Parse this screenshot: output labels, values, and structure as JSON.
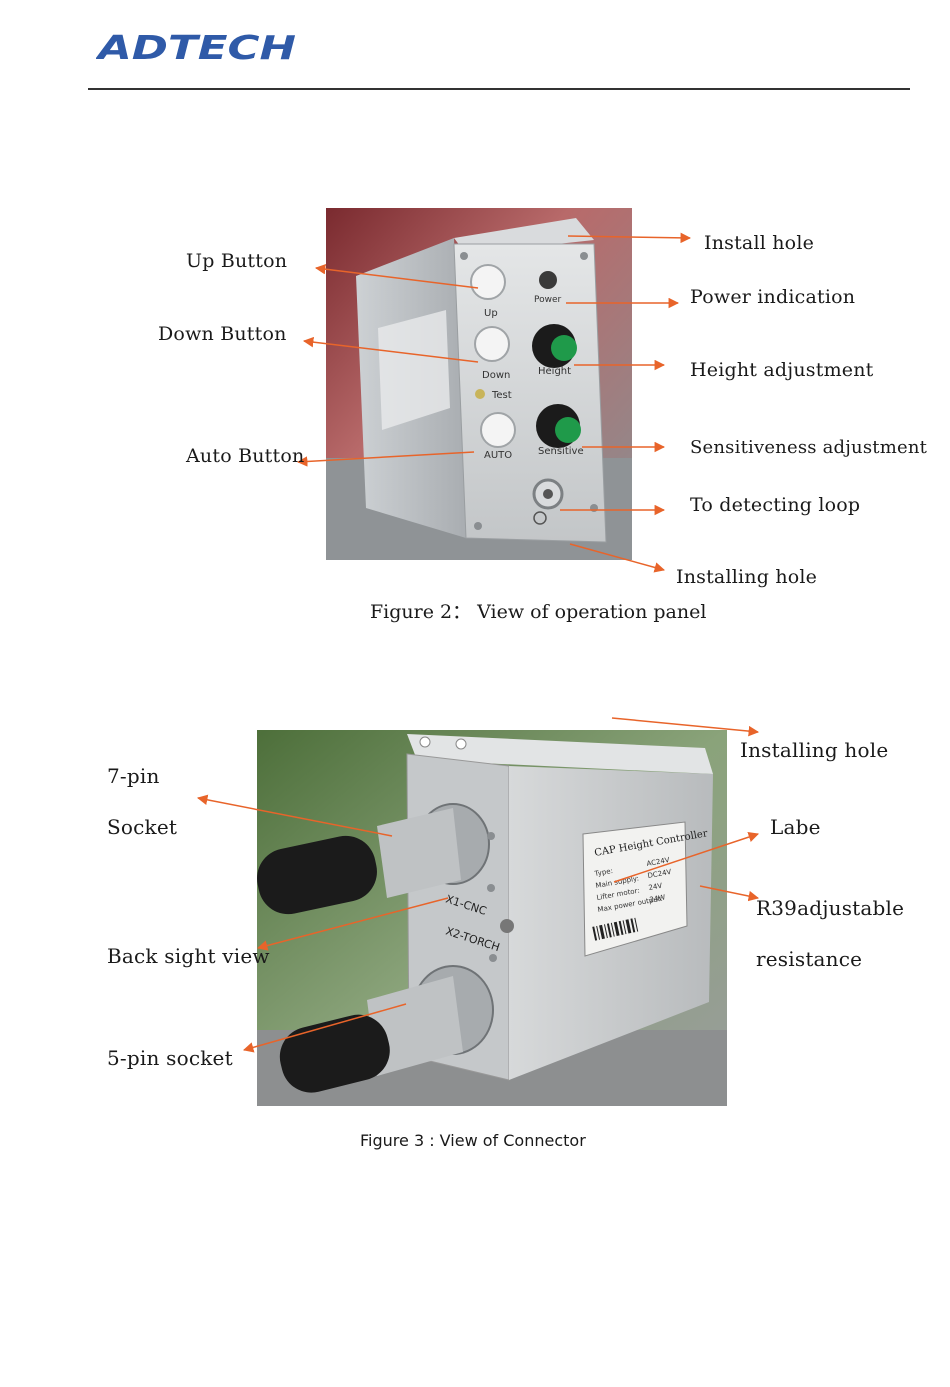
{
  "header": {
    "logo_text": "ADTECH",
    "brand_color": "#2f5aa8"
  },
  "figure2": {
    "caption": "Figure 2： View of operation panel",
    "panel_labels": {
      "up": "Up",
      "power": "Power",
      "down": "Down",
      "height": "Height",
      "test": "Test",
      "auto": "AUTO",
      "sensitive": "Sensitive"
    },
    "callouts": {
      "up_button": "Up Button",
      "down_button": "Down Button",
      "auto_button": "Auto Button",
      "install_hole": "Install hole",
      "power_indication": "Power indication",
      "height_adjustment": "Height adjustment",
      "sensitiveness_adjustment": "Sensitiveness adjustment",
      "detecting_loop": "To detecting loop",
      "installing_hole": "Installing hole"
    }
  },
  "figure3": {
    "caption": "Figure 3 : View of Connector",
    "device_labels": {
      "x1": "X1-CNC",
      "x2": "X2-TORCH",
      "label_title": "CAP Height Controller",
      "label_lines": [
        "Type:",
        "Main supply:",
        "Lifter motor:",
        "Max power output:"
      ],
      "label_values": [
        "AC24V",
        "DC24V",
        "24V",
        "24W"
      ]
    },
    "callouts": {
      "installing_hole": "Installing hole",
      "seven_pin": "7-pin",
      "socket": "Socket",
      "labe": "Labe",
      "r39": "R39adjustable",
      "resistance": "resistance",
      "back_sight": "Back sight view",
      "five_pin": "5-pin socket"
    }
  },
  "colors": {
    "arrow": "#e8642a",
    "rule": "#333333",
    "knob_green": "#1f9a4a"
  }
}
